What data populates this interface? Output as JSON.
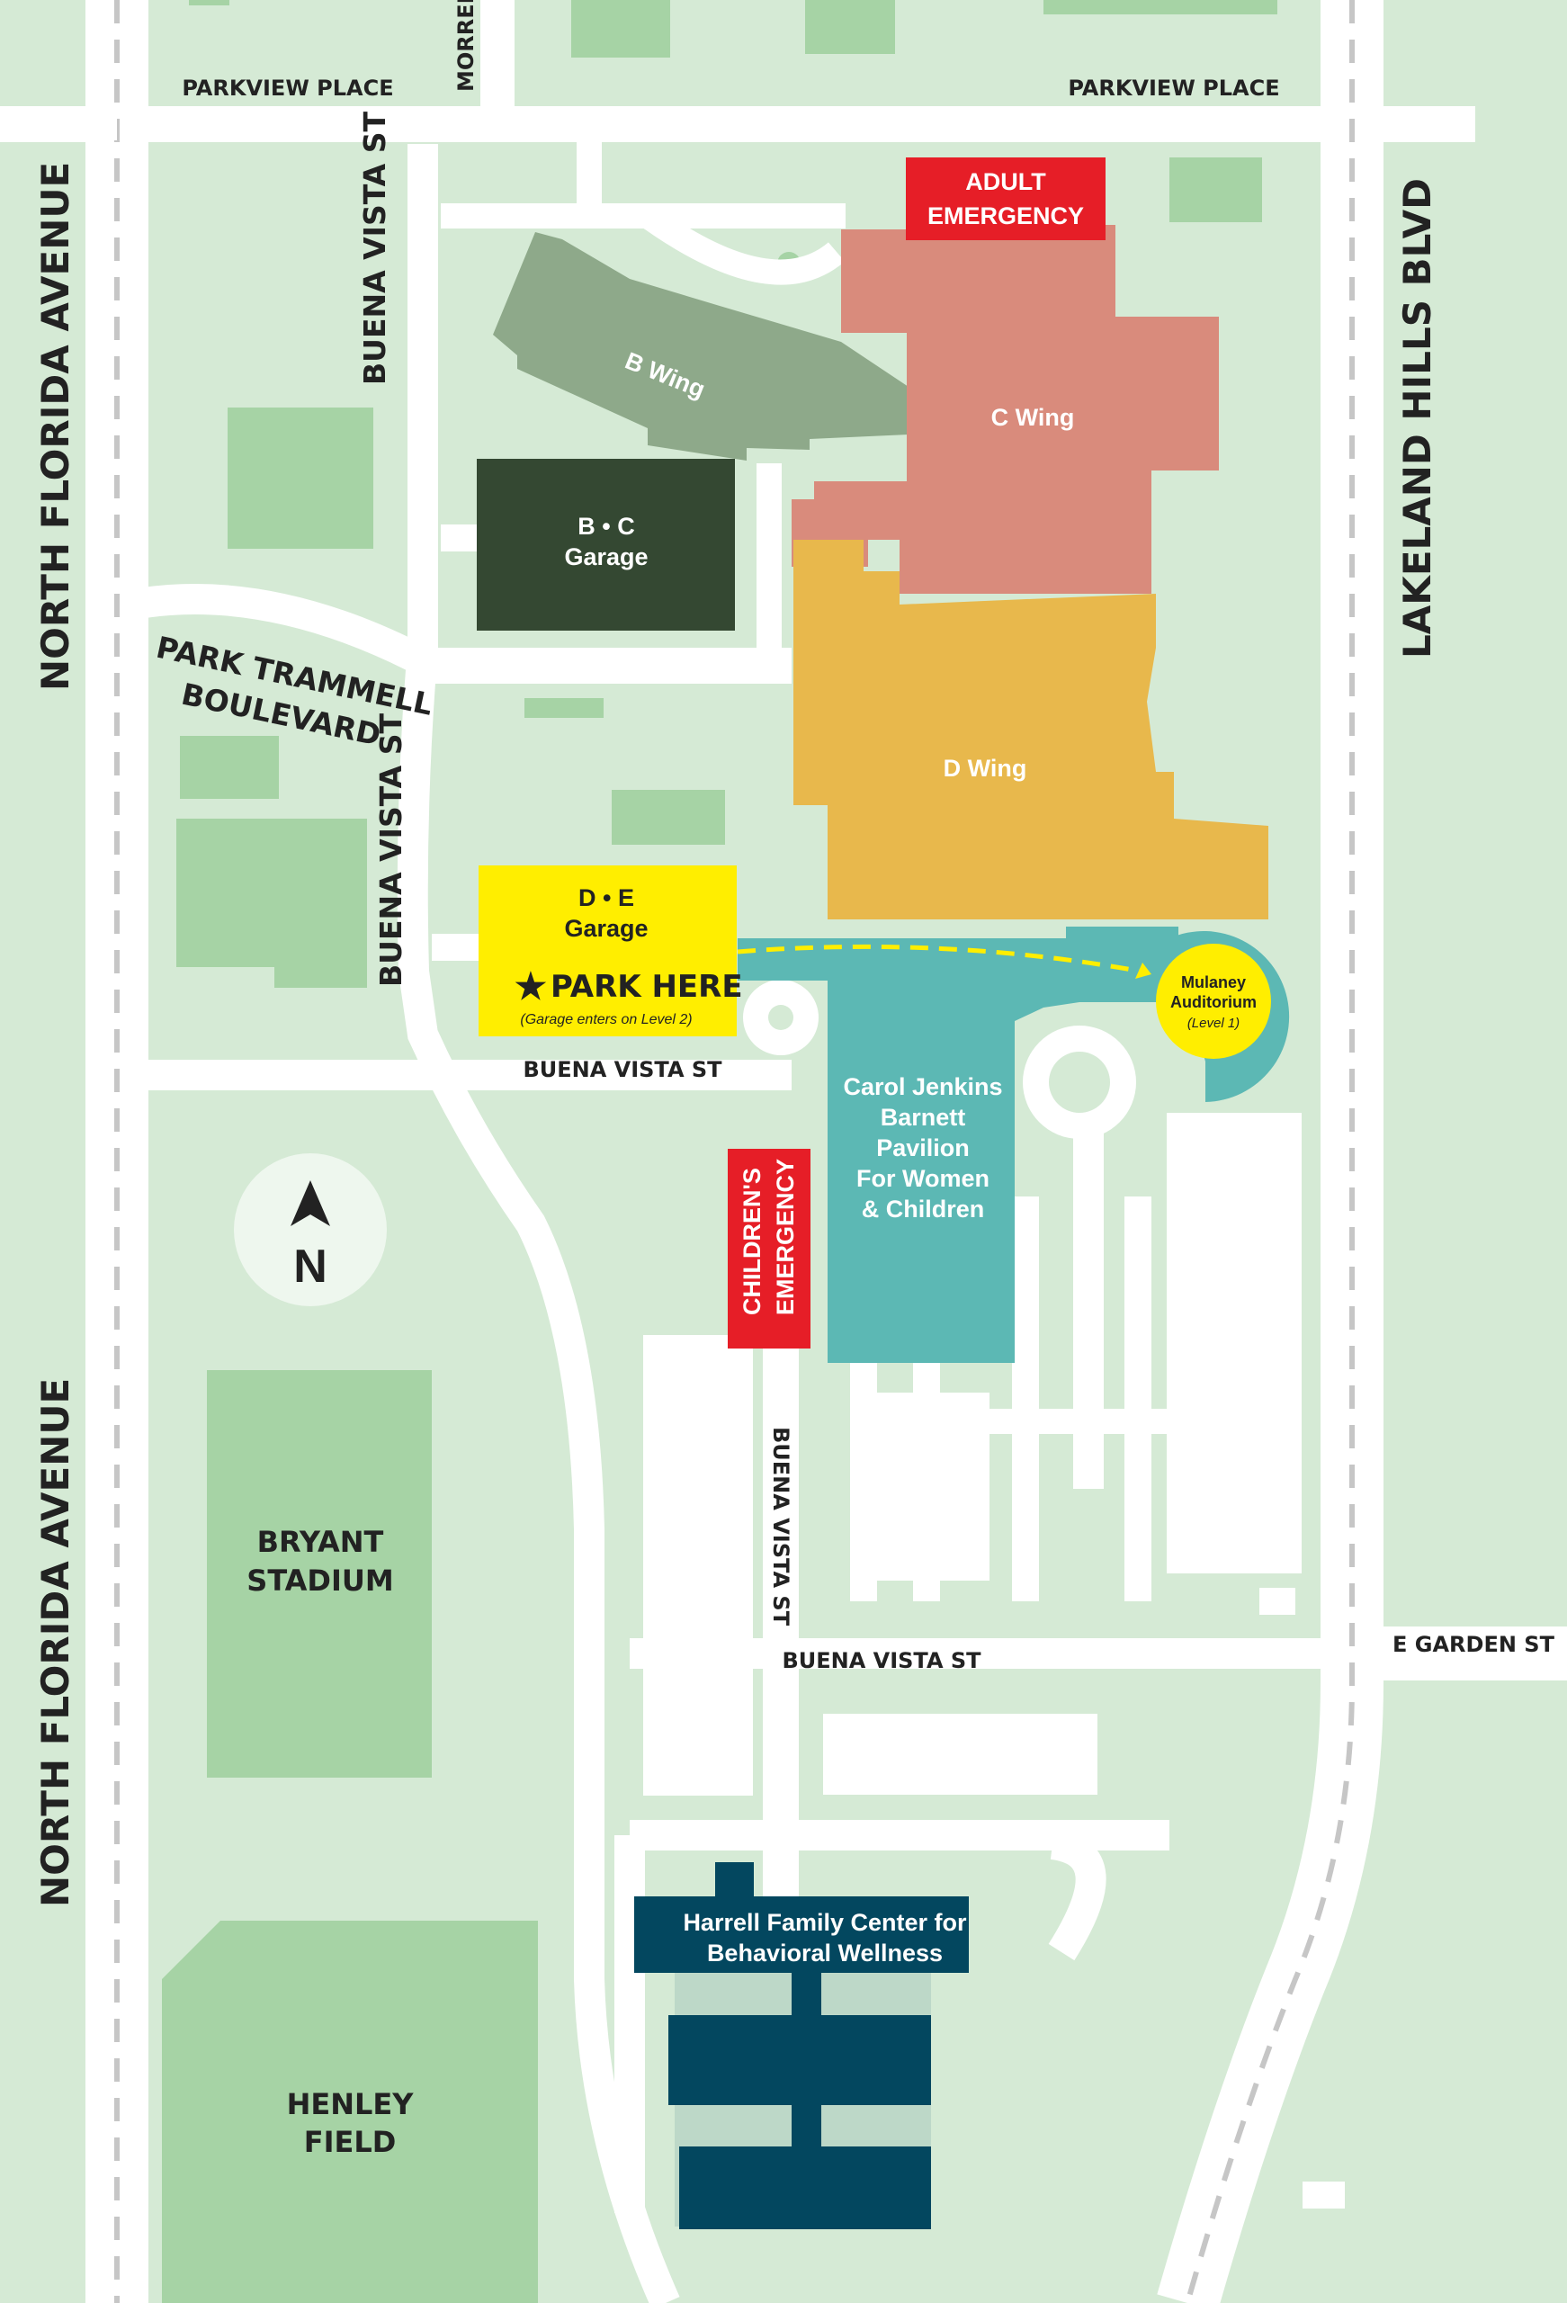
{
  "colors": {
    "background": "#d5ead5",
    "block": "#a6d3a5",
    "road": "#ffffff",
    "b_wing": "#8ea98a",
    "c_wing": "#d98b7c",
    "d_wing": "#e8b84c",
    "pavilion": "#5cb8b4",
    "garage_bc": "#344832",
    "garage_de": "#ffee00",
    "emergency": "#e61e27",
    "behavioral": "#03475f",
    "auditorium": "#ffee00"
  },
  "streets": {
    "parkview_left": "PARKVIEW PLACE",
    "parkview_right": "PARKVIEW PLACE",
    "morrell": "MORRELL",
    "buena_vista_top": "BUENA VISTA ST",
    "buena_vista_mid": "BUENA VISTA ST",
    "buena_vista_horizontal": "BUENA VISTA ST",
    "buena_vista_south": "BUENA VISTA ST",
    "buena_vista_bottom": "BUENA VISTA ST",
    "park_trammell_1": "PARK TRAMMELL",
    "park_trammell_2": "BOULEVARD",
    "north_florida_top": "NORTH FLORIDA AVENUE",
    "north_florida_bottom": "NORTH FLORIDA AVENUE",
    "lakeland_hills": "LAKELAND HILLS BLVD",
    "e_garden": "E GARDEN ST"
  },
  "buildings": {
    "b_wing": "B Wing",
    "c_wing": "C Wing",
    "d_wing": "D Wing",
    "bc_garage_1": "B • C",
    "bc_garage_2": "Garage",
    "de_garage_1": "D • E",
    "de_garage_2": "Garage",
    "park_here": "PARK HERE",
    "garage_note": "(Garage enters on Level 2)",
    "adult_emergency_1": "ADULT",
    "adult_emergency_2": "EMERGENCY",
    "childrens_emergency_1": "CHILDREN'S",
    "childrens_emergency_2": "EMERGENCY",
    "pavilion": [
      "Carol Jenkins",
      "Barnett",
      "Pavilion",
      "For Women",
      "& Children"
    ],
    "auditorium_1": "Mulaney",
    "auditorium_2": "Auditorium",
    "auditorium_3": "(Level 1)",
    "behavioral_1": "Harrell Family Center for",
    "behavioral_2": "Behavioral Wellness",
    "stadium_1": "BRYANT",
    "stadium_2": "STADIUM",
    "field_1": "HENLEY",
    "field_2": "FIELD"
  },
  "compass": {
    "label": "N"
  },
  "icons": {
    "park_marker": "star-icon",
    "compass": "north-arrow-icon"
  }
}
